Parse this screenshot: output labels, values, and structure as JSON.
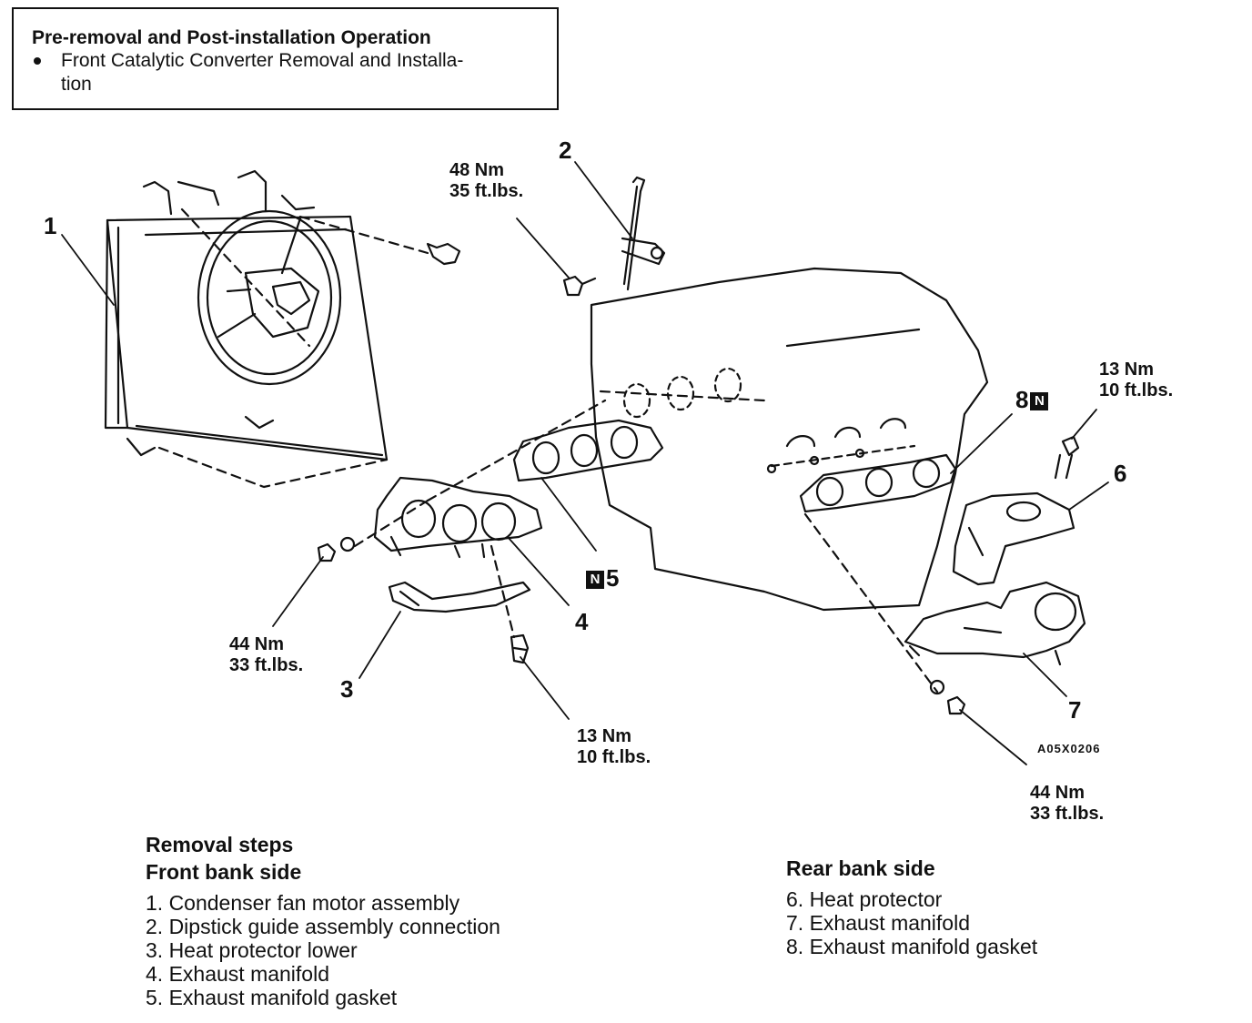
{
  "info_box": {
    "title": "Pre-removal and Post-installation Operation",
    "bullet_line1": "Front Catalytic Converter Removal and Installa-",
    "bullet_line2": "tion"
  },
  "callouts": {
    "c1": "1",
    "c2": "2",
    "c3": "3",
    "c4": "4",
    "c5": "5",
    "c6": "6",
    "c7": "7",
    "c8": "8",
    "n_mark": "N"
  },
  "torques": {
    "t_dipstick": {
      "nm": "48 Nm",
      "ftlbs": "35 ft.lbs."
    },
    "t_rear_bolt": {
      "nm": "13 Nm",
      "ftlbs": "10 ft.lbs."
    },
    "t_front_nut": {
      "nm": "44 Nm",
      "ftlbs": "33 ft.lbs."
    },
    "t_front_bolt": {
      "nm": "13 Nm",
      "ftlbs": "10 ft.lbs."
    },
    "t_rear_nut": {
      "nm": "44 Nm",
      "ftlbs": "33 ft.lbs."
    }
  },
  "figure_code": "A05X0206",
  "steps": {
    "title": "Removal steps",
    "front_heading": "Front bank side",
    "front_items": [
      "1. Condenser fan motor assembly",
      "2. Dipstick guide assembly connection",
      "3. Heat protector lower",
      "4. Exhaust manifold",
      "5. Exhaust manifold gasket"
    ],
    "rear_heading": "Rear bank side",
    "rear_items": [
      "6. Heat protector",
      "7. Exhaust manifold",
      "8. Exhaust manifold gasket"
    ]
  }
}
